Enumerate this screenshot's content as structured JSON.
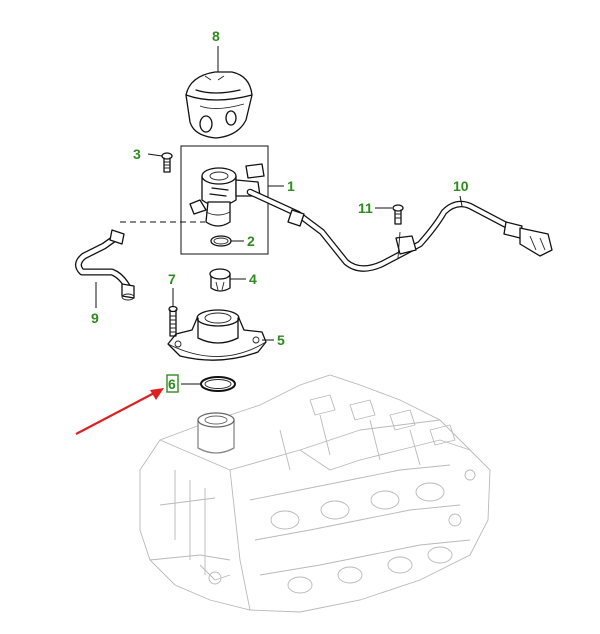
{
  "diagram": {
    "callouts": [
      {
        "id": "c1",
        "label": "1"
      },
      {
        "id": "c2",
        "label": "2"
      },
      {
        "id": "c3",
        "label": "3"
      },
      {
        "id": "c4",
        "label": "4"
      },
      {
        "id": "c5",
        "label": "5"
      },
      {
        "id": "c6",
        "label": "6"
      },
      {
        "id": "c7",
        "label": "7"
      },
      {
        "id": "c8",
        "label": "8"
      },
      {
        "id": "c9",
        "label": "9"
      },
      {
        "id": "c10",
        "label": "10"
      },
      {
        "id": "c11",
        "label": "11"
      }
    ],
    "highlighted_callout": "6",
    "colors": {
      "callout_text": "#2e8b1f",
      "highlight_box": "#2e8b1f",
      "arrow": "#e02020",
      "line_art": "#111111",
      "ghost_art": "#b9b9b9"
    }
  }
}
